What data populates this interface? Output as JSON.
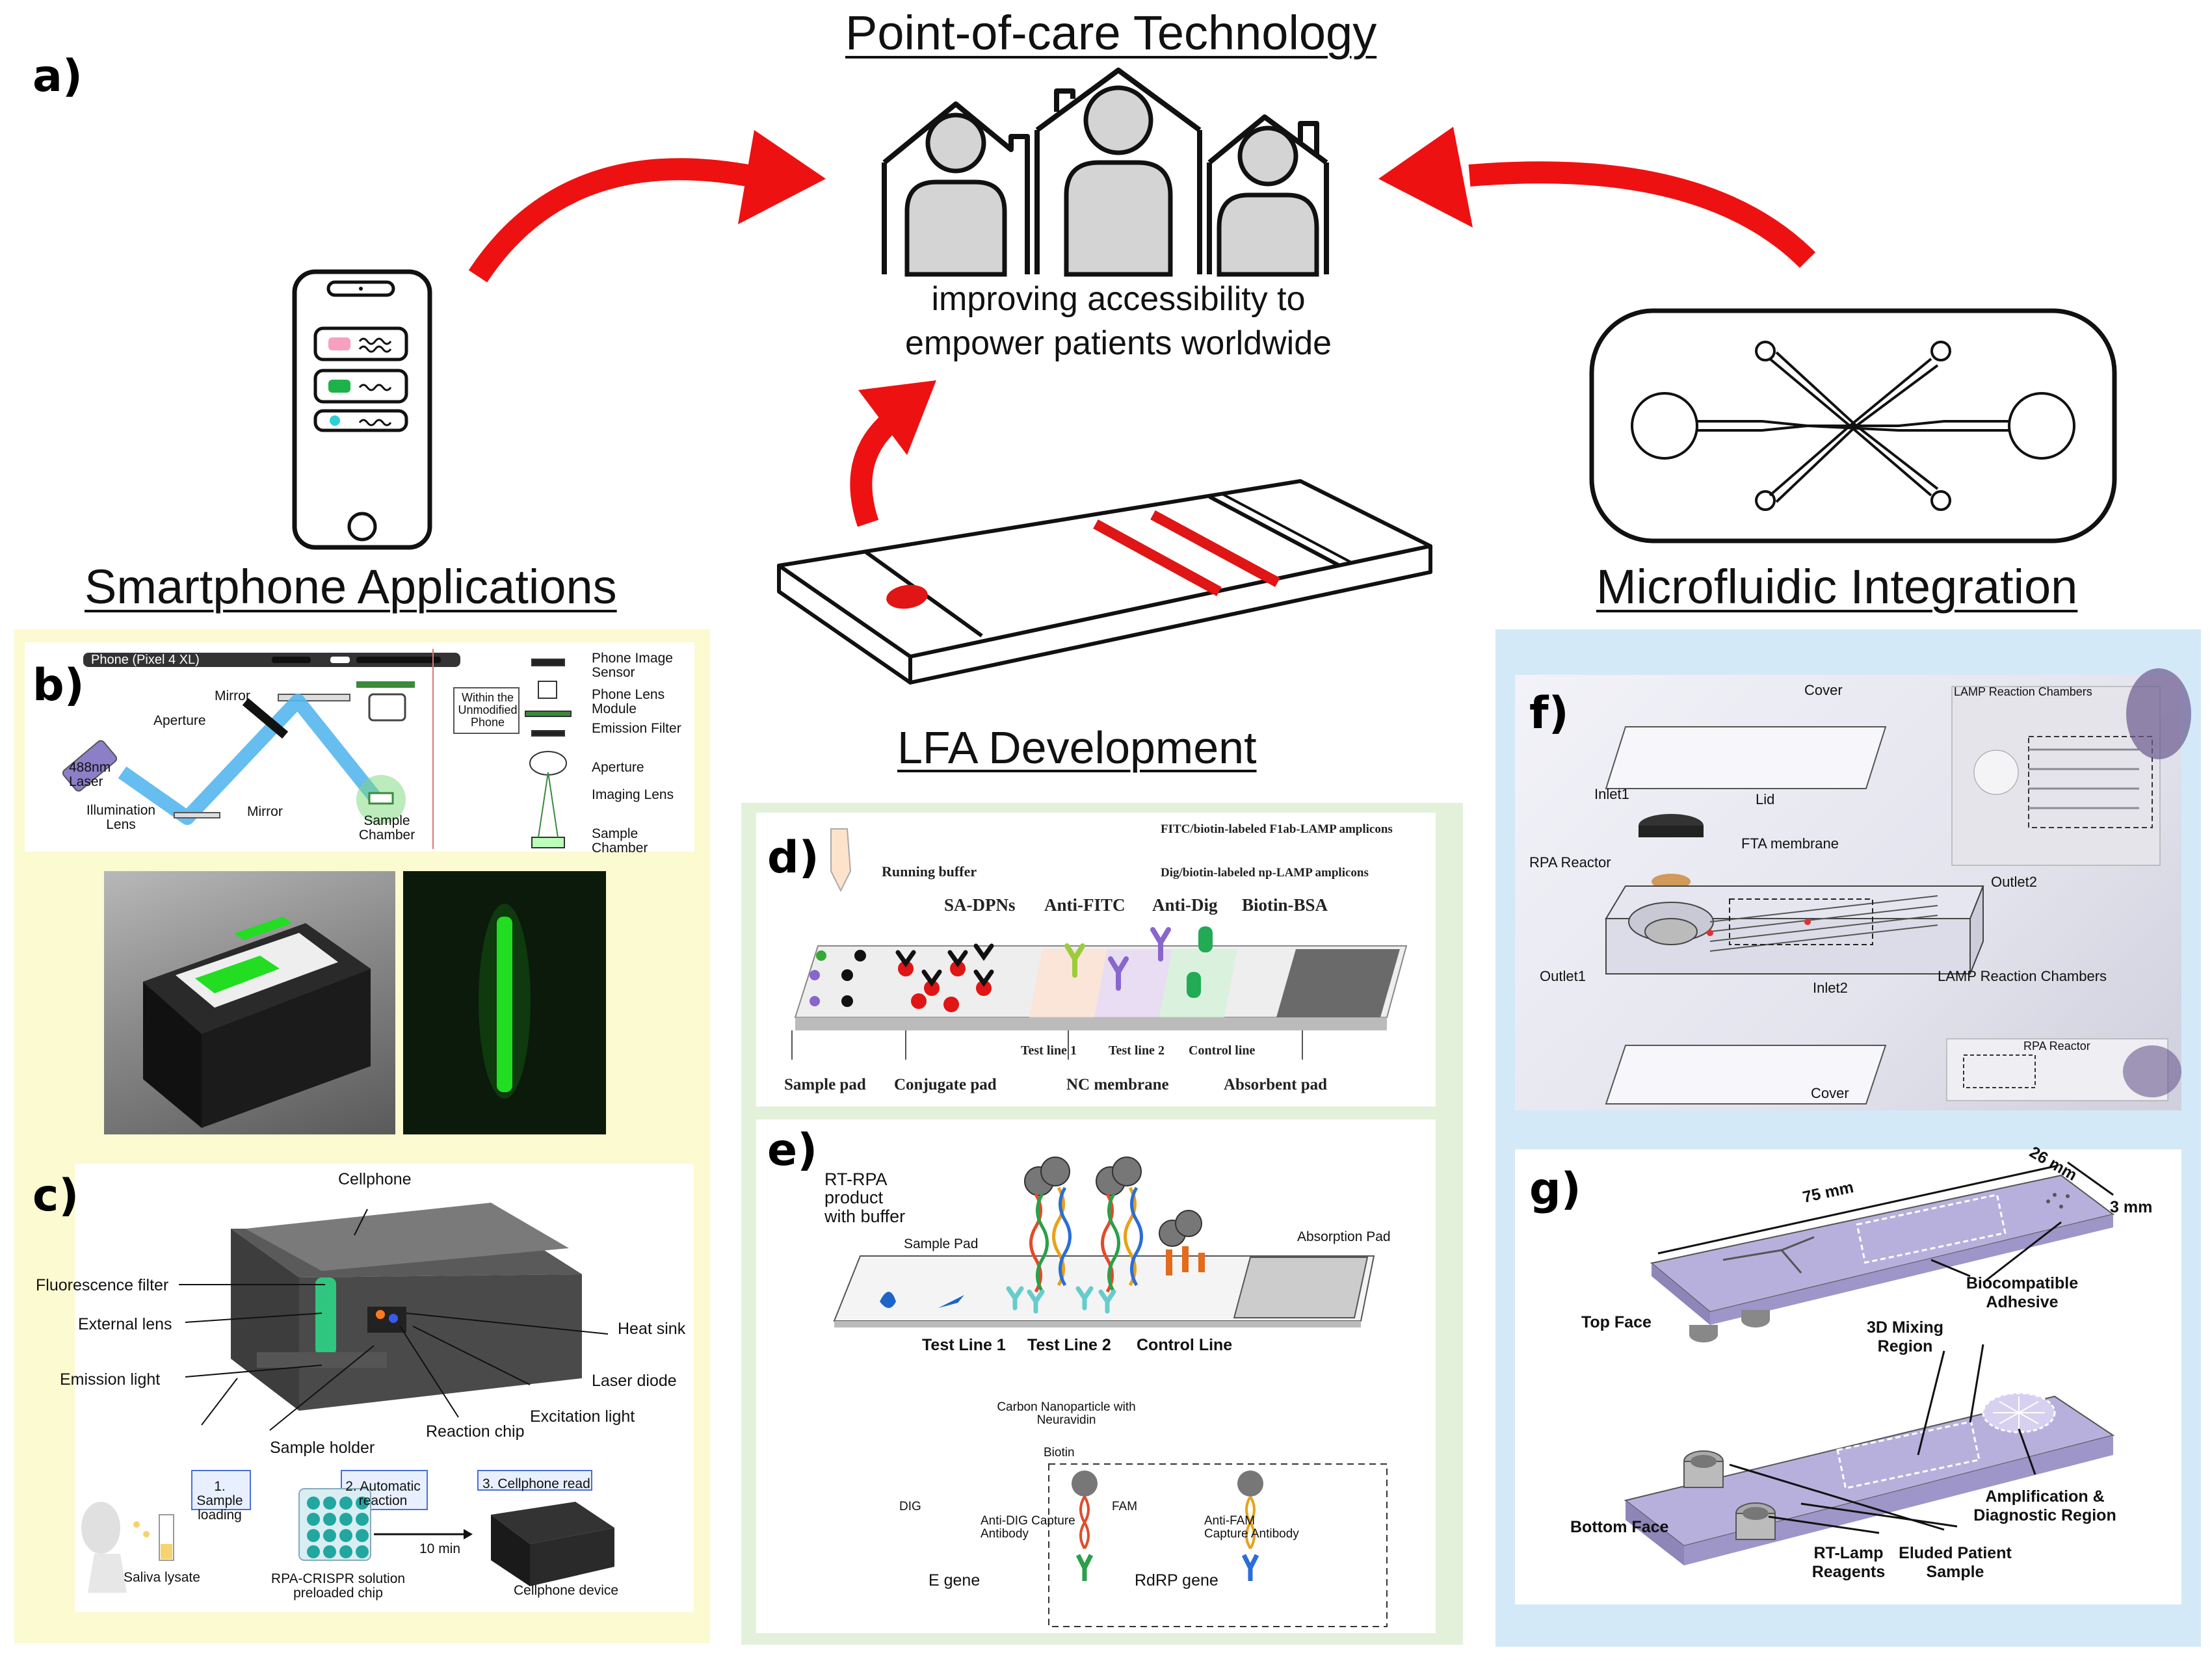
{
  "colors": {
    "arrow_red": "#ee1111",
    "yellow_bg": "#fbfad0",
    "green_bg": "#e3f1da",
    "blue_bg": "#d3e9f7",
    "laser_green": "#22dd22"
  },
  "panel_letters": {
    "a": "a)",
    "b": "b)",
    "c": "c)",
    "d": "d)",
    "e": "e)",
    "f": "f)",
    "g": "g)"
  },
  "top": {
    "title": "Point-of-care Technology",
    "tagline_1": "improving accessibility to",
    "tagline_2": "empower patients worldwide",
    "smartphone_title": "Smartphone Applications",
    "microfluidic_title": "Microfluidic Integration",
    "lfa_title": "LFA Development",
    "icons": [
      "smartphone-icon",
      "house-person-icon",
      "lateral-flow-strip-icon",
      "microfluidic-chip-icon"
    ]
  },
  "panel_b": {
    "phone_model": "Phone (Pixel 4 XL)",
    "mirror_top": "Mirror",
    "aperture": "Aperture",
    "laser": "488nm Laser",
    "illumination_lens": "Illumination Lens",
    "mirror_bottom": "Mirror",
    "sample_chamber": "Sample Chamber",
    "within": "Within the Unmodified Phone",
    "stack": [
      "Phone Image Sensor",
      "Phone Lens Module",
      "Emission Filter",
      "Aperture",
      "Imaging Lens",
      "Sample Chamber"
    ]
  },
  "panel_c": {
    "cellphone": "Cellphone",
    "fluorescence_filter": "Fluorescence filter",
    "external_lens": "External lens",
    "emission_light": "Emission light",
    "sample_holder": "Sample holder",
    "reaction_chip": "Reaction chip",
    "excitation_light": "Excitation light",
    "laser_diode": "Laser diode",
    "heat_sink": "Heat sink",
    "step1": "1. Sample loading",
    "step2": "2. Automatic reaction",
    "step3": "3. Cellphone read",
    "time": "10 min",
    "saliva": "Saliva lysate",
    "rpa": "RPA-CRISPR solution preloaded chip",
    "device": "Cellphone device"
  },
  "panel_d": {
    "running_buffer": "Running buffer",
    "legend_1": "FITC/biotin-labeled F1ab-LAMP amplicons",
    "legend_2": "Dig/biotin-labeled np-LAMP amplicons",
    "sa_dpns": "SA-DPNs",
    "anti_fitc": "Anti-FITC",
    "anti_dig": "Anti-Dig",
    "biotin_bsa": "Biotin-BSA",
    "test_line_1": "Test line 1",
    "test_line_2": "Test line 2",
    "control_line": "Control line",
    "sample_pad": "Sample pad",
    "conjugate_pad": "Conjugate pad",
    "nc_membrane": "NC membrane",
    "absorbent_pad": "Absorbent pad"
  },
  "panel_e": {
    "rt_rpa": "RT-RPA product with buffer",
    "sample_pad": "Sample Pad",
    "absorption_pad": "Absorption Pad",
    "test_line_1": "Test Line 1",
    "test_line_2": "Test Line 2",
    "control_line": "Control Line",
    "carbon": "Carbon Nanoparticle with Neuravidin",
    "biotin": "Biotin",
    "dig": "DIG",
    "fam": "FAM",
    "anti_dig": "Anti-DIG Capture Antibody",
    "anti_fam": "Anti-FAM Capture Antibody",
    "e_gene": "E gene",
    "rdrp_gene": "RdRP gene"
  },
  "panel_f": {
    "cover_top": "Cover",
    "inlet1": "Inlet1",
    "lid": "Lid",
    "fta": "FTA membrane",
    "rpa_reactor": "RPA Reactor",
    "outlet2": "Outlet2",
    "outlet1": "Outlet1",
    "inlet2": "Inlet2",
    "lamp_chambers": "LAMP Reaction Chambers",
    "cover_bottom": "Cover",
    "inset_top": "LAMP Reaction Chambers",
    "inset_bottom": "RPA Reactor"
  },
  "panel_g": {
    "dim_75": "75 mm",
    "dim_26": "26 mm",
    "dim_3": "3 mm",
    "top_face": "Top Face",
    "biocompatible": "Biocompatible Adhesive",
    "mixing": "3D Mixing Region",
    "bottom_face": "Bottom Face",
    "amplification": "Amplification & Diagnostic Region",
    "rt_lamp": "RT-Lamp Reagents",
    "eluded": "Eluded Patient Sample"
  }
}
